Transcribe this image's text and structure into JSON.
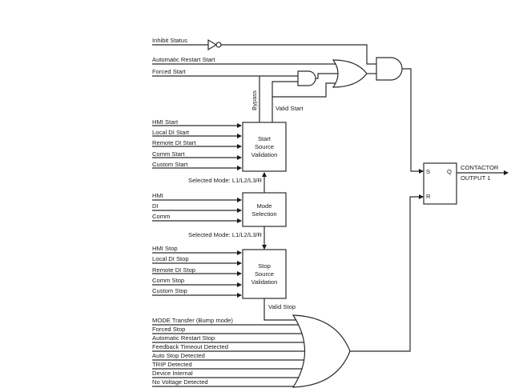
{
  "diagram": {
    "title": "Contactor Output 1 Start/Stop Logic",
    "top_inputs": {
      "inhibit_status": "Inhibit Status",
      "automatic_restart_start": "Automatic Restart Start",
      "forced_start": "Forced Start"
    },
    "wire_labels": {
      "bypass": "Bypass",
      "valid_start": "Valid Start",
      "selected_mode_1": "Selected Mode: L1/L2/L3/R",
      "selected_mode_2": "Selected Mode: L1/L2/L3/R",
      "valid_stop": "Valid Stop"
    },
    "start_source_validation": {
      "lines": [
        "Start",
        "Source",
        "Validation"
      ],
      "inputs": [
        "HMI Start",
        "Local DI Start",
        "Remote DI Start",
        "Comm Start",
        "Custom Start"
      ]
    },
    "mode_selection": {
      "lines": [
        "Mode",
        "Selection"
      ],
      "inputs": [
        "HMI",
        "DI",
        "Comm"
      ]
    },
    "stop_source_validation": {
      "lines": [
        "Stop",
        "Source",
        "Validation"
      ],
      "inputs": [
        "HMI Stop",
        "Local DI Stop",
        "Remote DI Stop",
        "Comm Stop",
        "Custom Stop"
      ]
    },
    "stop_or_inputs": [
      "MODE Transfer (Bump mode)",
      "Forced Stop",
      "Automatic Restart Stop",
      "Feedback Timeout Detected",
      "Auto Stop Detected",
      "TRIP Detected",
      "Device Internal",
      "No Voltage Detected"
    ],
    "sr_latch": {
      "s": "S",
      "r": "R",
      "q": "Q"
    },
    "output": {
      "line1": "CONTACTOR",
      "line2": "OUTPUT 1"
    },
    "gates": [
      "not-gate",
      "and-gate-bypass",
      "or-gate-start",
      "and-gate-inhibit",
      "or-gate-stop",
      "sr-latch"
    ]
  }
}
